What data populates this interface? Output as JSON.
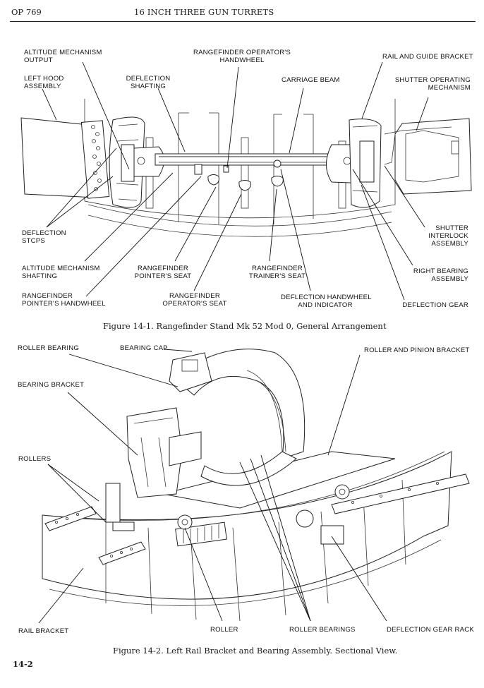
{
  "header": {
    "doc_number": "OP 769",
    "title": "16 INCH THREE GUN TURRETS"
  },
  "figure1": {
    "caption": "Figure 14-1.  Rangefinder Stand Mk 52 Mod 0, General Arrangement",
    "labels": {
      "altitude_mechanism_output": [
        "ALTITUDE MECHANISM",
        "OUTPUT"
      ],
      "rangefinder_operators_handwheel": [
        "RANGEFINDER OPERATOR'S",
        "HANDWHEEL"
      ],
      "rail_and_guide_bracket": [
        "RAIL AND GUIDE BRACKET"
      ],
      "left_hood_assembly": [
        "LEFT HOOD",
        "ASSEMBLY"
      ],
      "deflection_shafting": [
        "DEFLECTION",
        "SHAFTING"
      ],
      "carriage_beam": [
        "CARRIAGE BEAM"
      ],
      "shutter_operating_mechanism": [
        "SHUTTER OPERATING",
        "MECHANISM"
      ],
      "deflection_stops": [
        "DEFLECTION",
        "STCPS"
      ],
      "shutter_interlock_assembly": [
        "SHUTTER",
        "INTERLOCK",
        "ASSEMBLY"
      ],
      "altitude_mechanism_shafting": [
        "ALTITUDE MECHANISM",
        "SHAFTING"
      ],
      "rangefinder_pointers_seat": [
        "RANGEFINDER",
        "POINTER'S SEAT"
      ],
      "rangefinder_trainers_seat": [
        "RANGEFINDER",
        "TRAINER'S SEAT"
      ],
      "right_bearing_assembly": [
        "RIGHT BEARING",
        "ASSEMBLY"
      ],
      "rangefinder_pointers_handwheel": [
        "RANGEFINDER",
        "POINTER'S HANDWHEEL"
      ],
      "rangefinder_operators_seat": [
        "RANGEFINDER",
        "OPERATOR'S SEAT"
      ],
      "deflection_handwheel_and_indicator": [
        "DEFLECTION HANDWHEEL",
        "AND INDICATOR"
      ],
      "deflection_gear": [
        "DEFLECTION GEAR"
      ]
    }
  },
  "figure2": {
    "caption": "Figure 14-2.  Left Rail Bracket and Bearing Assembly.  Sectional View.",
    "labels": {
      "roller_bearing": "ROLLER BEARING",
      "bearing_cap": "BEARING CAP",
      "roller_and_pinion_bracket": "ROLLER AND PINION  BRACKET",
      "bearing_bracket": "BEARING BRACKET",
      "rollers": "ROLLERS",
      "rail_bracket": "RAIL BRACKET",
      "roller": "ROLLER",
      "roller_bearings": "ROLLER BEARINGS",
      "deflection_gear_rack": "DEFLECTION GEAR RACK"
    }
  },
  "footer": {
    "page_number": "14-2"
  }
}
